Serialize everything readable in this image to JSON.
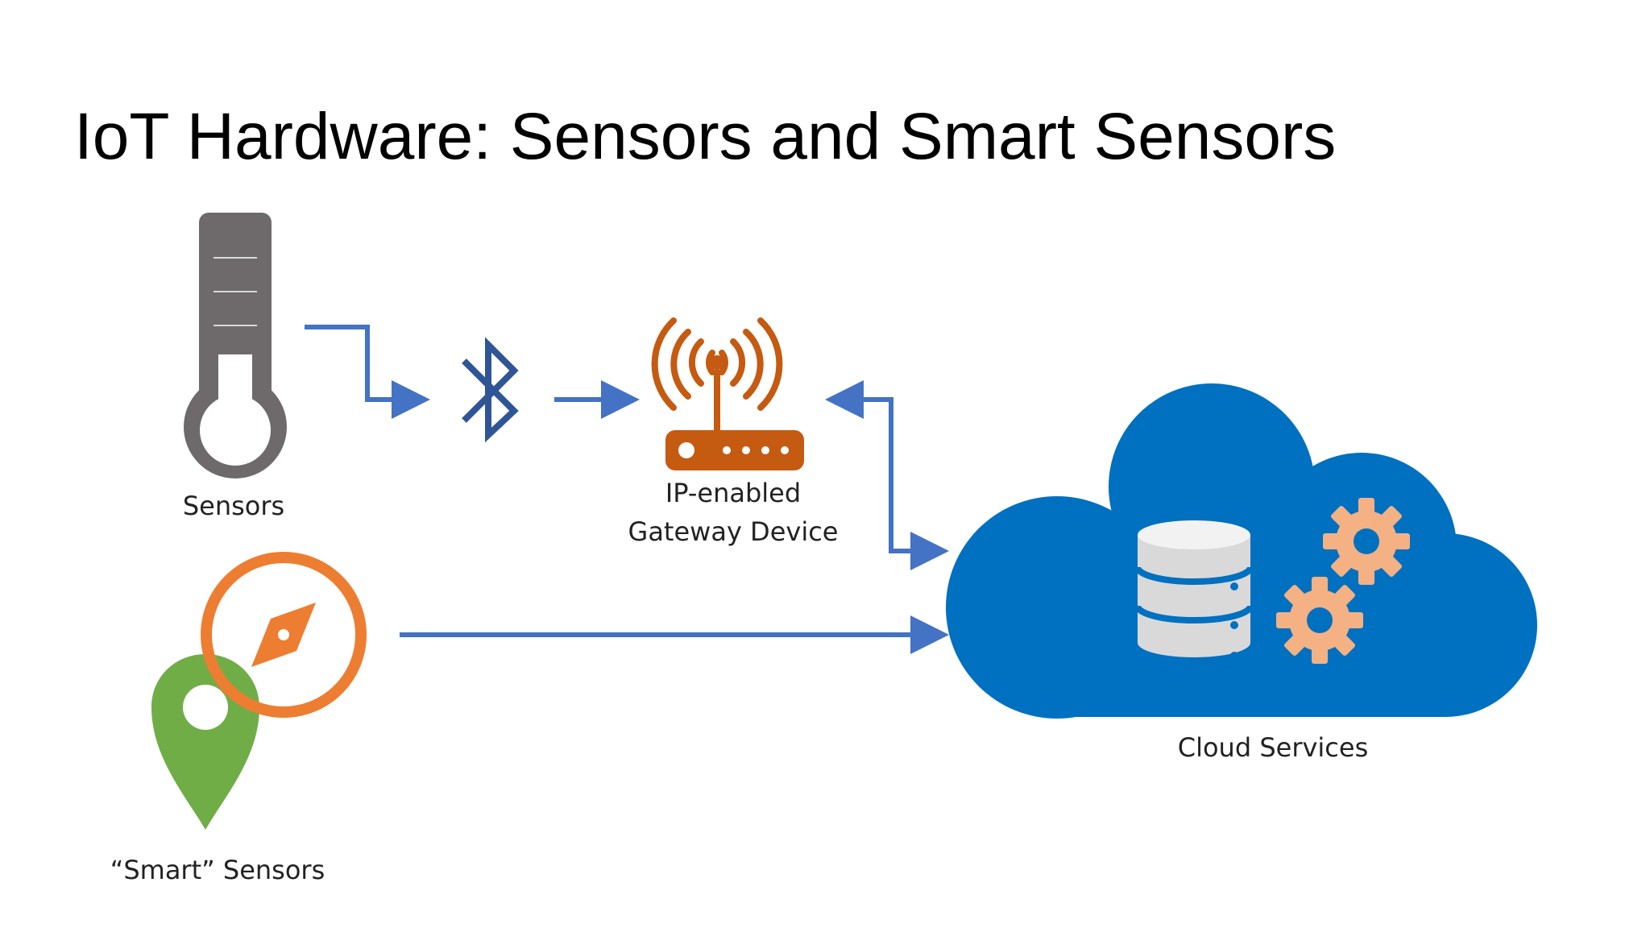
{
  "slide": {
    "title": "IoT Hardware: Sensors and Smart Sensors"
  },
  "nodes": {
    "sensors": {
      "label": "Sensors",
      "icon": "thermometer-icon"
    },
    "bluetooth": {
      "icon": "bluetooth-icon"
    },
    "gateway": {
      "label_line1": "IP-enabled",
      "label_line2": "Gateway Device",
      "icon": "wifi-router-icon"
    },
    "smart_sensors": {
      "label": "“Smart” Sensors",
      "icon": "location-compass-icon"
    },
    "cloud": {
      "label": "Cloud Services",
      "icon": "cloud-database-gears-icon"
    }
  },
  "colors": {
    "arrow": "#4472c4",
    "thermometer": "#6e6a6b",
    "bluetooth": "#2f5597",
    "gateway": "#c55a11",
    "compass": "#ed7d31",
    "pin": "#70ad47",
    "cloud": "#0070c0",
    "database": "#d9d9d9",
    "gears": "#f4b183"
  }
}
